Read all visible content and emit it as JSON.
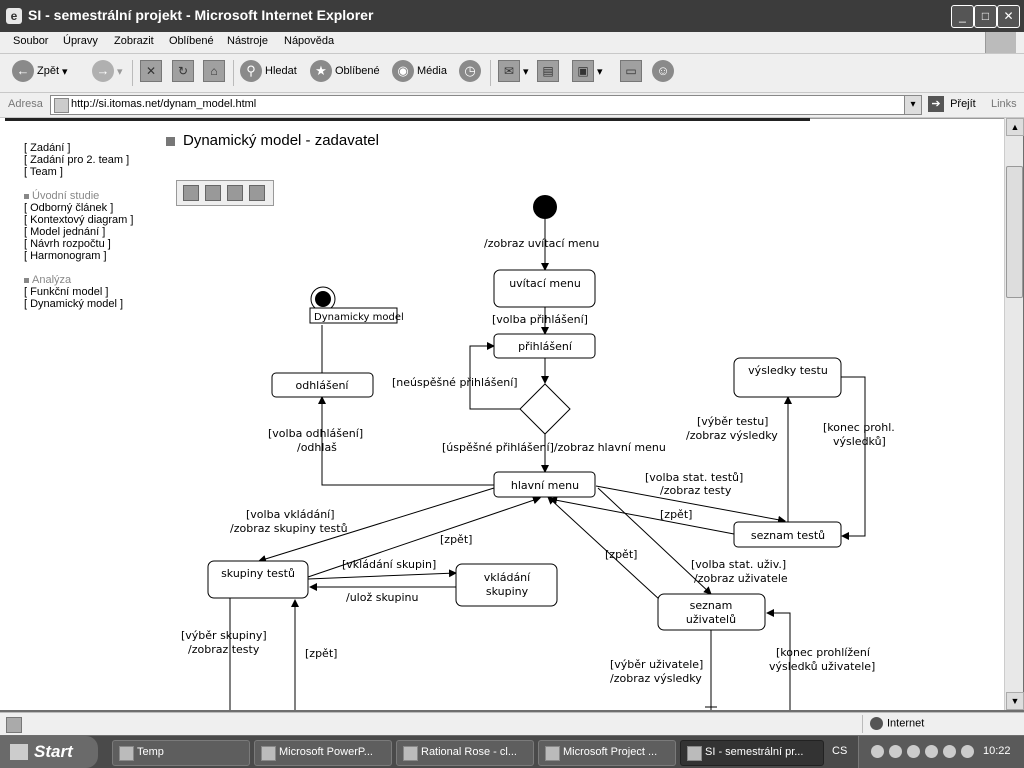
{
  "window": {
    "title": "SI - semestrální projekt - Microsoft Internet Explorer",
    "minimize": "_",
    "maximize": "□",
    "close": "✕"
  },
  "menu": [
    "Soubor",
    "Úpravy",
    "Zobrazit",
    "Oblíbené",
    "Nástroje",
    "Nápověda"
  ],
  "toolbar": {
    "back": "Zpět",
    "search": "Hledat",
    "favorites": "Oblíbené",
    "media": "Média"
  },
  "address": {
    "label": "Adresa",
    "url": "http://si.itomas.net/dynam_model.html",
    "go": "Přejít",
    "links": "Links"
  },
  "sidebar": {
    "group1": [
      "[ Zadání ]",
      "[ Zadání pro 2. team ]",
      "[ Team ]"
    ],
    "group2_title": "Úvodní studie",
    "group2": [
      "[ Odborný článek ]",
      "[ Kontextový diagram ]",
      "[ Model jednání ]",
      "[ Návrh rozpočtu ]",
      "[ Harmonogram ]"
    ],
    "group3_title": "Analýza",
    "group3": [
      "[ Funkční model ]",
      "[ Dynamický model ]"
    ]
  },
  "page": {
    "title": "Dynamický model - zadavatel"
  },
  "diagram": {
    "states": {
      "uvitaci": "uvítací menu",
      "prihlaseni": "přihlášení",
      "odhlaseni": "odhlášení",
      "hlavni": "hlavní menu",
      "vysledky": "výsledky testu",
      "seznam_testu": "seznam testů",
      "skupiny": "skupiny testů",
      "vkladani_l1": "vkládání",
      "vkladani_l2": "skupiny",
      "seznam_uziv_l1": "seznam",
      "seznam_uziv_l2": "uživatelů"
    },
    "final_label": "Dynamicky model",
    "labels": {
      "zobraz_uvitaci": "/zobraz uvítací menu",
      "volba_prihlaseni": "[volba přihlášení]",
      "neuspesne": "[neúspěšné přihlášení]",
      "uspesne": "[úspěšné přihlášení]/zobraz hlavní menu",
      "volba_odhlaseni": "[volba odhlášení]",
      "odhlas": "/odhlaš",
      "volba_vkladani": "[volba vkládání]",
      "zobraz_skupiny": "/zobraz skupiny testů",
      "zpet1": "[zpět]",
      "vkladani_skupin": "[vkládání skupin]",
      "uloz_skupinu": "/ulož skupinu",
      "vyber_skupiny": "[výběr skupiny]",
      "zobraz_testy1": "/zobraz testy",
      "zpet2": "[zpět]",
      "volba_stat_testu": "[volba stat. testů]",
      "zobraz_testy2": "/zobraz testy",
      "zpet3": "[zpět]",
      "vyber_testu": "[výběr testu]",
      "zobraz_vysledky1": "/zobraz výsledky",
      "konec_prohl1": "[konec prohl.",
      "konec_prohl2": "výsledků]",
      "zpet4": "[zpět]",
      "volba_stat_uziv": "[volba stat. uživ.]",
      "zobraz_uzivatele": "/zobraz uživatele",
      "vyber_uzivatele": "[výběr uživatele]",
      "zobraz_vysledky2": "/zobraz výsledky",
      "konec_prohlizeni1": "[konec prohlížení",
      "konec_prohlizeni2": "výsledků uživatele]"
    }
  },
  "status": {
    "zone": "Internet"
  },
  "taskbar": {
    "start": "Start",
    "tasks": [
      "Temp",
      "Microsoft PowerP...",
      "Rational Rose - cl...",
      "Microsoft Project ...",
      "SI - semestrální pr..."
    ],
    "lang": "CS",
    "clock": "10:22"
  }
}
